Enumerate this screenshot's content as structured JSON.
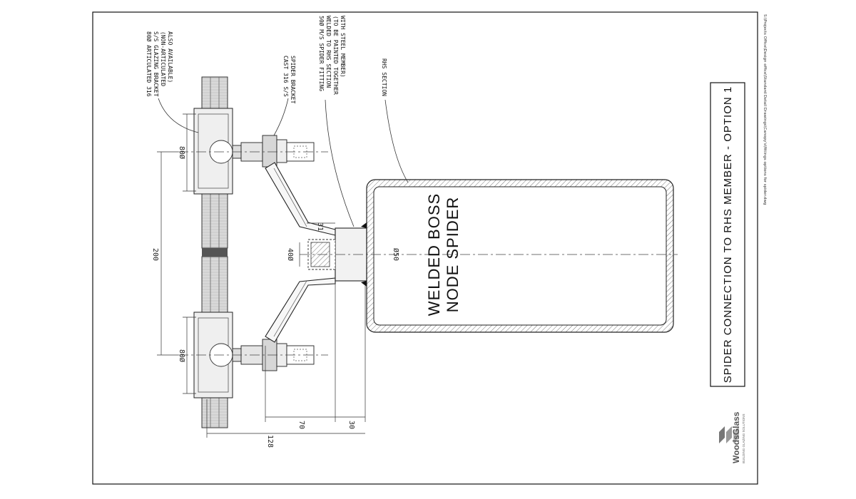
{
  "drawing": {
    "title": "SPIDER CONNECTION TO RHS MEMBER - OPTION 1",
    "file_path": "S:\\Projects Office\\Design office\\Standard Detail Drawings\\Canopy's\\fittings options for spider.dwg",
    "main_label_line1": "WELDED BOSS",
    "main_label_line2": "NODE SPIDER"
  },
  "notes": {
    "bracket": [
      "80Ø ARTICULATED 316",
      "S/S GLAZING BRACKET",
      "(NON-ARTICULATED",
      "ALSO AVAILABLE)"
    ],
    "cast": [
      "CAST 316 S/S",
      "SPIDER BRACKET"
    ],
    "fitting": [
      "50Ø M/S SPIDER FITTING",
      "WELDED TO RHS SECTION",
      "(TO BE PAINTED TOGETHER",
      "WITH STEEL MEMBER)"
    ],
    "rhs": [
      "RHS SECTION"
    ]
  },
  "dimensions": {
    "d80_top": "80Ø",
    "d80_bottom": "80Ø",
    "d200": "200",
    "d40": "40Ø",
    "d31": "31",
    "d50": "Ø50",
    "d70": "70",
    "d30": "30",
    "d128": "128"
  },
  "logo": {
    "name": "WoodsGlass",
    "tagline": "BUILDING GLAZING SOLUTIONS"
  }
}
